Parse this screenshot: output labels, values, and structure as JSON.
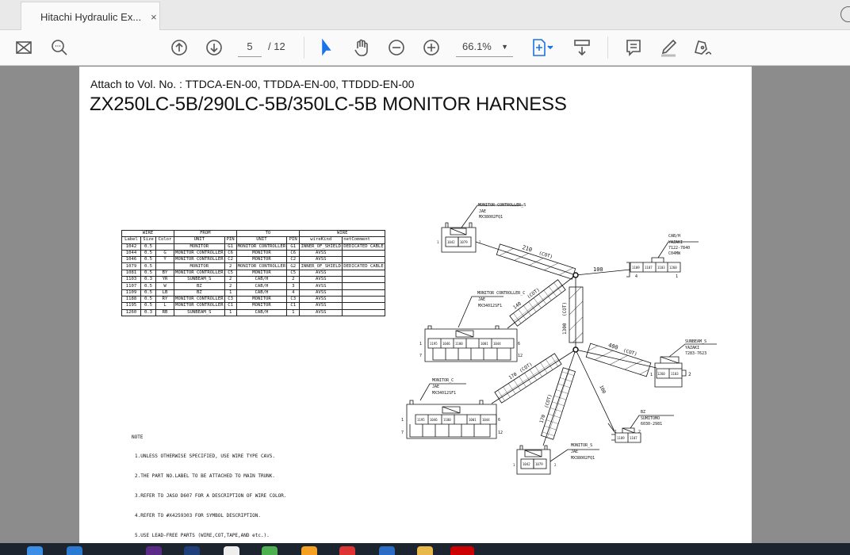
{
  "tab": {
    "title": "Hitachi Hydraulic Ex...",
    "close": "×"
  },
  "toolbar": {
    "page_current": "5",
    "page_total": "/ 12",
    "zoom": "66.1%",
    "zoom_arrow": "▼"
  },
  "document": {
    "attach": "Attach to Vol. No. : TTDCA-EN-00, TTDDA-EN-00, TTDDD-EN-00",
    "title": "ZX250LC-5B/290LC-5B/350LC-5B MONITOR HARNESS",
    "table": {
      "groups": [
        "WIRE",
        "FROM",
        "TO",
        "WIRE"
      ],
      "headers": [
        "Label",
        "Size",
        "Color",
        "UNIT",
        "PIN",
        "UNIT",
        "PIN",
        "wireKind",
        "netComment"
      ],
      "rows": [
        [
          "1042",
          "0.5",
          "",
          "MONITOR",
          "G1",
          "MONITOR CONTROLLER",
          "G1",
          "INNER_OF_SHIELD",
          "DEDICATED CABLE"
        ],
        [
          "1044",
          "0.5",
          "G",
          "MONITOR CONTROLLER",
          "C6",
          "MONITOR",
          "C6",
          "AVSS",
          ""
        ],
        [
          "1046",
          "0.5",
          "Y",
          "MONITOR CONTROLLER",
          "C2",
          "MONITOR",
          "C2",
          "AVSS",
          ""
        ],
        [
          "1079",
          "0.5",
          "",
          "MONITOR",
          "2",
          "MONITOR CONTROLLER",
          "G2",
          "INNER_OF_SHIELD",
          "DEDICATED CABLE"
        ],
        [
          "1081",
          "0.5",
          "BY",
          "MONITOR CONTROLLER",
          "C5",
          "MONITOR",
          "C5",
          "AVSS",
          ""
        ],
        [
          "1103",
          "0.3",
          "YR",
          "SUNBEAM_S",
          "2",
          "CAB/H",
          "2",
          "AVSS",
          ""
        ],
        [
          "1107",
          "0.5",
          "W",
          "BZ",
          "2",
          "CAB/H",
          "3",
          "AVSS",
          ""
        ],
        [
          "1109",
          "0.5",
          "LB",
          "BZ",
          "1",
          "CAB/H",
          "4",
          "AVSS",
          ""
        ],
        [
          "1188",
          "0.5",
          "RY",
          "MONITOR CONTROLLER",
          "C3",
          "MONITOR",
          "C3",
          "AVSS",
          ""
        ],
        [
          "1195",
          "0.5",
          "L",
          "MONITOR CONTROLLER",
          "C1",
          "MONITOR",
          "C1",
          "AVSS",
          ""
        ],
        [
          "1260",
          "0.3",
          "RB",
          "SUNBEAM_S",
          "1",
          "CAB/H",
          "1",
          "AVSS",
          ""
        ]
      ]
    },
    "notes": {
      "heading": "NOTE",
      "items": [
        "1.UNLESS OTHERWISE SPECIFIED, USE WIRE TYPE CAVS.",
        "2.THE PART NO.LABEL TO BE ATTACHED TO MAIN TRUNK.",
        "3.REFER TO JASO D607 FOR A DESCRIPTION OF WIRE COLOR.",
        "4.REFER TO #X4259303 FOR SYMBOL DESCRIPTION.",
        "5.USE LEAD-FREE PARTS (WIRE,COT,TAPE,AND etc.)."
      ]
    },
    "diagram": {
      "mcs": {
        "name": "MONITOR CONTROLLER_S",
        "maker": "JAE",
        "part": "MX38002FQ1",
        "pins": [
          "1042",
          "1079"
        ],
        "p1": "1",
        "p2": "2"
      },
      "cabh": {
        "name": "CAB/H",
        "maker": "YAZAKI",
        "part": "7122-7840",
        "part2": "C04MW",
        "pins": [
          "1109",
          "1107",
          "1103",
          "1260"
        ],
        "p1": "4",
        "p2": "1"
      },
      "mcc": {
        "name": "MONITOR CONTROLLER_C",
        "maker": "JAE",
        "part": "MX34012SF1",
        "pins": [
          "1195",
          "1046",
          "1100",
          "",
          "1001",
          "1044"
        ],
        "p1": "1",
        "p6": "6",
        "p7": "7",
        "p12": "12"
      },
      "sunbeam": {
        "name": "SUNBEAM_S",
        "maker": "YAZAKI",
        "part": "7283-7623",
        "pins": [
          "1260",
          "1103"
        ],
        "p1": "1",
        "p2": "2"
      },
      "monc": {
        "name": "MONITOR_C",
        "maker": "JAE",
        "part": "MX34012SF1",
        "pins": [
          "1195",
          "1046",
          "1100",
          "",
          "1001",
          "1044"
        ],
        "p1": "1",
        "p6": "6",
        "p7": "7",
        "p12": "12"
      },
      "bz": {
        "name": "BZ",
        "maker": "SUMITOMO",
        "part": "6030-2981",
        "pins": [
          "1109",
          "1107"
        ],
        "p1": "1",
        "p2": "2"
      },
      "mons": {
        "name": "MONITOR_S",
        "maker": "JAE",
        "part": "MX38002FQ1",
        "pins": [
          "1042",
          "1079"
        ],
        "p1": "1",
        "p2": "2"
      },
      "bundles": {
        "b210": "210",
        "b100": "100",
        "b140": "140",
        "b1300": "1300",
        "b400": "400",
        "b170a": "170",
        "b170b": "170",
        "b100b": "100",
        "cot": "(COT)"
      }
    }
  },
  "colors": {
    "accent": "#1a73e8",
    "viewer_bg": "#8c8c8c"
  }
}
